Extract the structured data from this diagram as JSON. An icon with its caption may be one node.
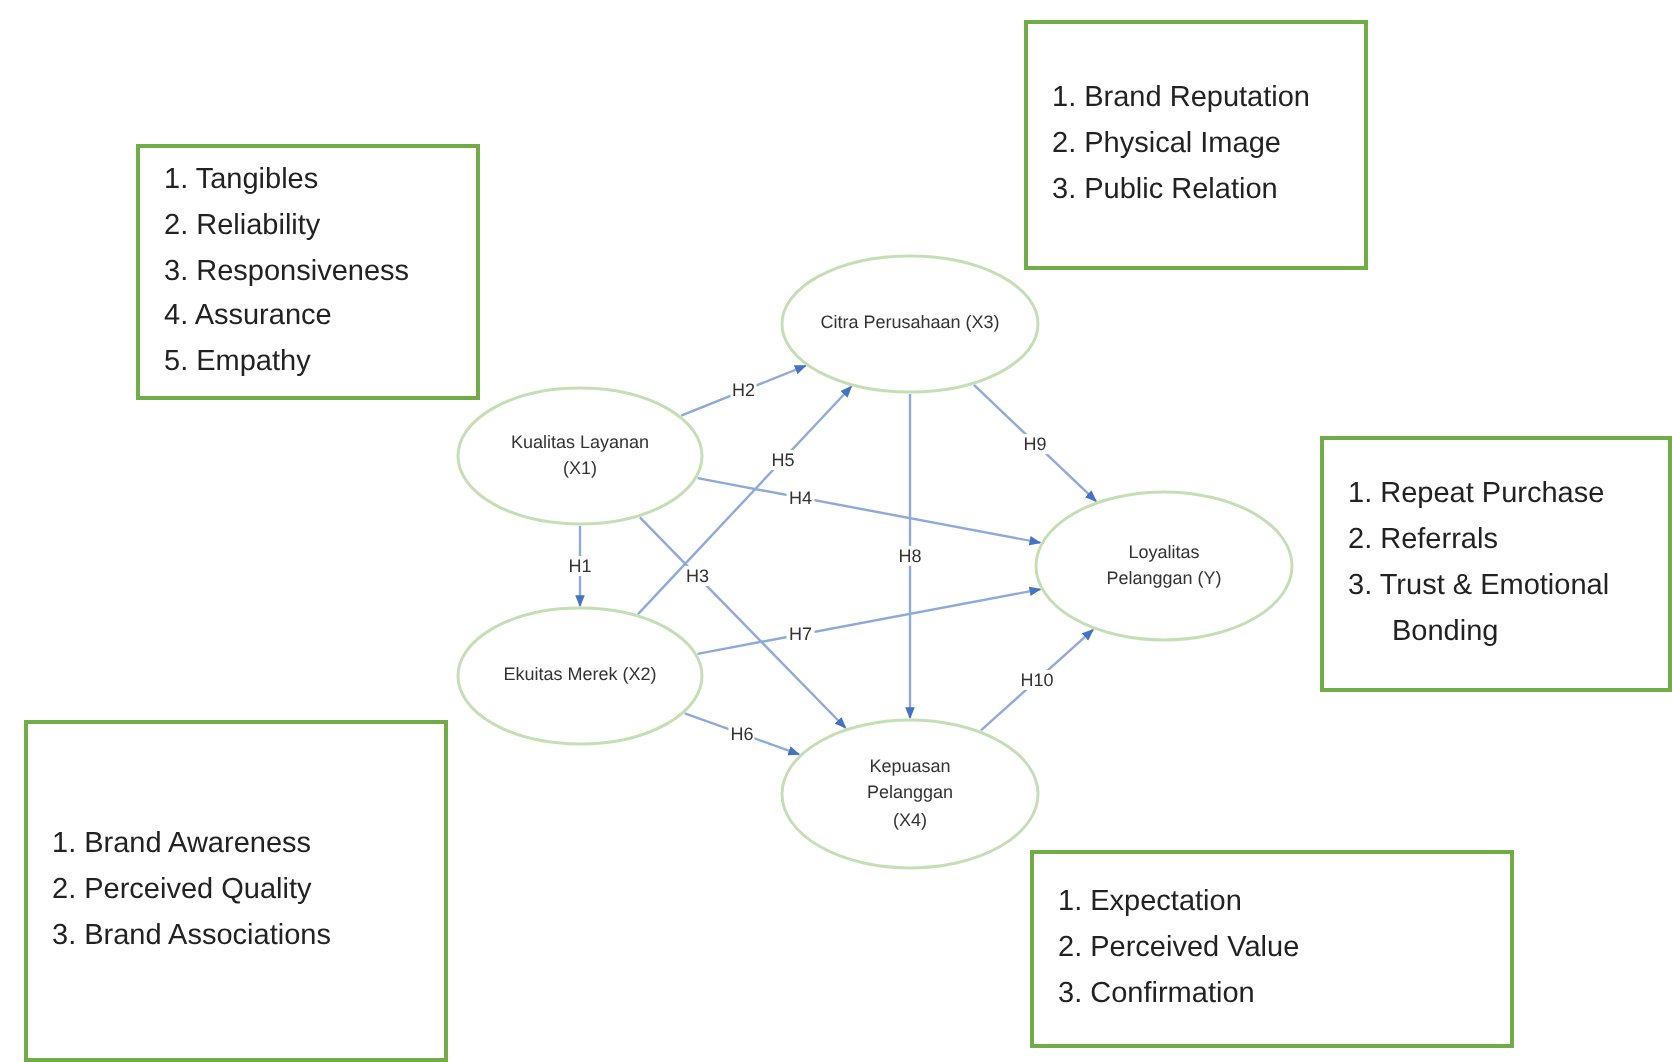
{
  "diagram": {
    "nodes": [
      {
        "text": [
          "Kualitas Layanan (X1)"
        ]
      },
      {
        "text": [
          "Ekuitas Merek (X2)"
        ]
      },
      {
        "text": [
          "Citra Perusahaan (X3)"
        ]
      },
      {
        "text": [
          "Kepuasan Pelanggan (X4)"
        ]
      },
      {
        "text": [
          "Loyalitas Pelanggan (Y)"
        ]
      },
      {
        "text": [
          "1. Tangibles",
          "2. Reliability",
          "3. Responsiveness",
          "4. Assurance",
          "5. Empathy"
        ]
      },
      {
        "text": [
          "1. Brand Reputation",
          "2. Physical Image",
          "3. Public Relation"
        ]
      },
      {
        "text": [
          "1. Repeat Purchase",
          "2. Referrals",
          "3. Trust & Emotional Bonding"
        ]
      },
      {
        "text": [
          "1. Brand Awareness",
          "2. Perceived Quality",
          "3. Brand Associations"
        ]
      },
      {
        "text": [
          "1. Expectation",
          "2. Perceived Value",
          "3. Confirmation"
        ]
      }
    ],
    "edges": [
      {
        "from": 0,
        "to": 1,
        "arrow": "to",
        "label": "H1"
      },
      {
        "from": 0,
        "to": 2,
        "arrow": "to",
        "label": "H2"
      },
      {
        "from": 0,
        "to": 3,
        "arrow": "to",
        "label": "H3"
      },
      {
        "from": 0,
        "to": 4,
        "arrow": "to",
        "label": "H4"
      },
      {
        "from": 1,
        "to": 2,
        "arrow": "to",
        "label": "H5"
      },
      {
        "from": 1,
        "to": 3,
        "arrow": "to",
        "label": "H6"
      },
      {
        "from": 1,
        "to": 4,
        "arrow": "to",
        "label": "H7"
      },
      {
        "from": 2,
        "to": 3,
        "arrow": "to",
        "label": "H8"
      },
      {
        "from": 2,
        "to": 4,
        "arrow": "to",
        "label": "H9"
      },
      {
        "from": 3,
        "to": 4,
        "arrow": "to",
        "label": "H10"
      }
    ]
  }
}
